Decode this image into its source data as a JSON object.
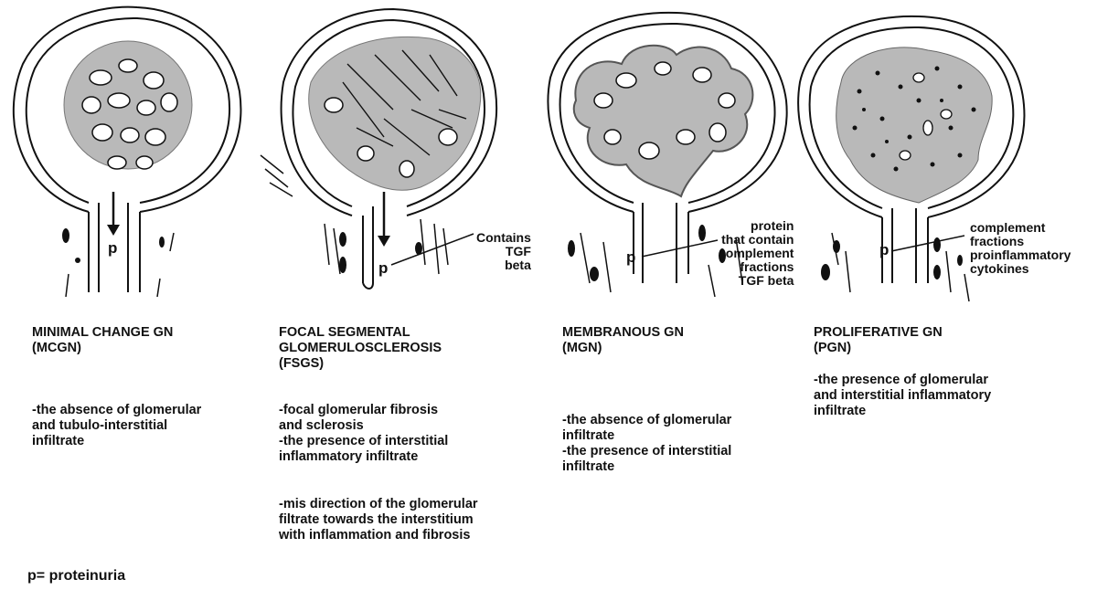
{
  "panels": [
    {
      "title": "MINIMAL CHANGE GN\n(MCGN)",
      "description": "-the  absence of glomerular\nand tubulo-interstitial\ninfiltrate",
      "p_label": "p",
      "annotation": ""
    },
    {
      "title": "FOCAL SEGMENTAL\nGLOMERULOSCLEROSIS\n(FSGS)",
      "description": "-focal glomerular fibrosis\nand sclerosis\n-the presence of interstitial\ninflammatory infiltrate",
      "description2": "-mis direction of the glomerular\nfiltrate towards the interstitium\nwith inflammation and fibrosis",
      "p_label": "p",
      "annotation": "Contains\nTGF beta"
    },
    {
      "title": "MEMBRANOUS GN\n(MGN)",
      "description": "-the  absence of glomerular\ninfiltrate\n-the presence of interstitial\ninfiltrate",
      "p_label": "p",
      "annotation": "protein\nthat contain\ncomplement\nfractions\nTGF beta"
    },
    {
      "title": "PROLIFERATIVE GN\n(PGN)",
      "description": "-the  presence of glomerular\nand interstitial inflammatory\ninfiltrate",
      "p_label": "p",
      "annotation": "complement\nfractions\nproinflammatory\ncytokines"
    }
  ],
  "legend": "p= proteinuria",
  "colors": {
    "tuft": "#b9b9b9",
    "ink": "#111111",
    "lumen": "#ffffff"
  }
}
